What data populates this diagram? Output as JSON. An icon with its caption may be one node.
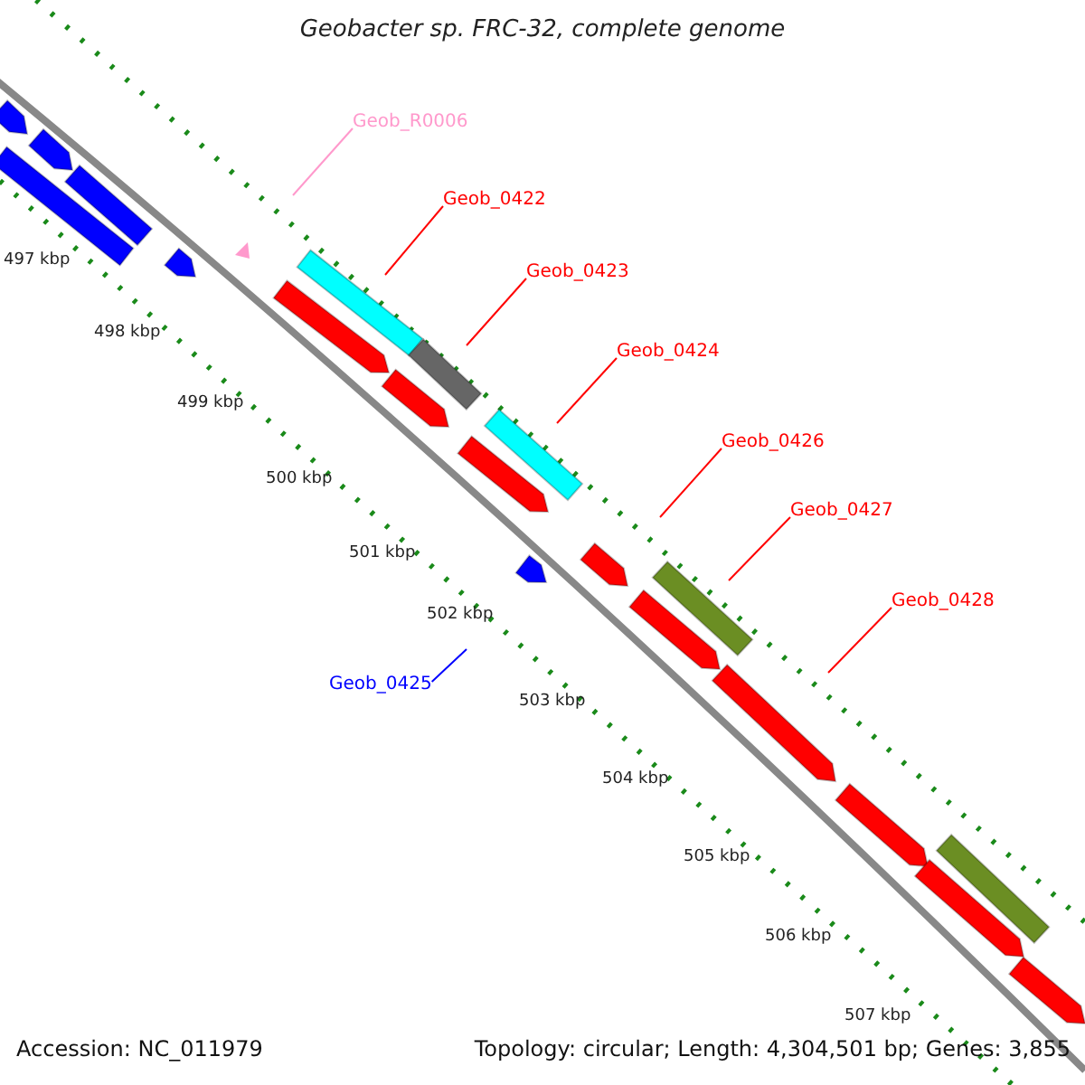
{
  "diagram": {
    "title": "Geobacter sp. FRC-32, complete genome",
    "nodes": [
      {
        "text": [
          "Geob_R0006"
        ]
      },
      {
        "text": [
          "Geob_0422"
        ]
      },
      {
        "text": [
          "Geob_0423"
        ]
      },
      {
        "text": [
          "Geob_0424"
        ]
      },
      {
        "text": [
          "Geob_0426"
        ]
      },
      {
        "text": [
          "Geob_0427"
        ]
      },
      {
        "text": [
          "Geob_0428"
        ]
      },
      {
        "text": [
          "Geob_0425"
        ]
      }
    ],
    "edges": [
      {
        "from": 0,
        "to": null,
        "arrow": "none",
        "color": "#ff99cc"
      },
      {
        "from": 1,
        "to": null,
        "arrow": "none"
      },
      {
        "from": 2,
        "to": null,
        "arrow": "none"
      },
      {
        "from": 3,
        "to": null,
        "arrow": "none"
      },
      {
        "from": 4,
        "to": null,
        "arrow": "none"
      },
      {
        "from": 5,
        "to": null,
        "arrow": "none"
      },
      {
        "from": 6,
        "to": null,
        "arrow": "none"
      },
      {
        "from": 7,
        "to": null,
        "arrow": "none",
        "color": "#0000ff"
      }
    ],
    "labels": [
      "497 kbp",
      "498 kbp",
      "499 kbp",
      "500 kbp",
      "501 kbp",
      "502 kbp",
      "503 kbp",
      "504 kbp",
      "505 kbp",
      "506 kbp",
      "507 kbp",
      "Accession: NC_011979",
      "Topology: circular; Length: 4,304,501 bp; Genes: 3,855"
    ]
  }
}
